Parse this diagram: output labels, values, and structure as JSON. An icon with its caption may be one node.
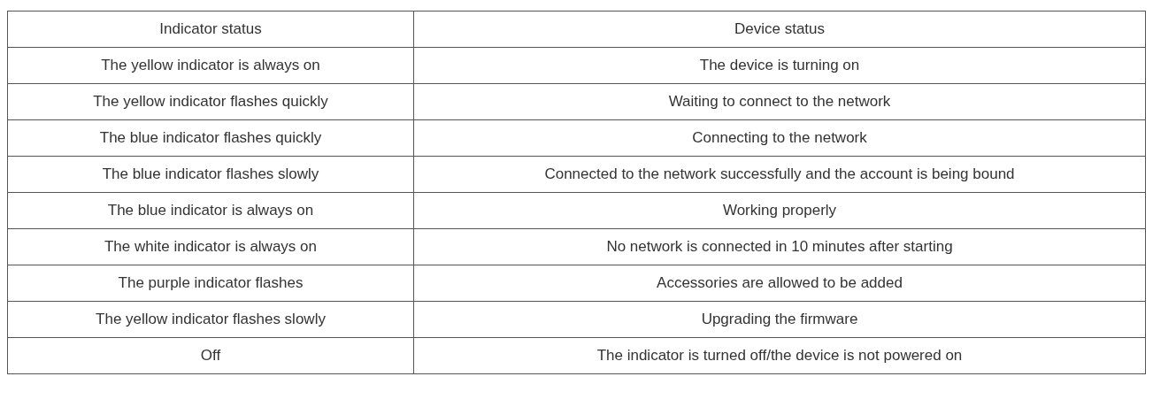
{
  "diagram": {
    "labels": [
      "Indicator status",
      "Device status",
      "The yellow indicator is always on",
      "The device is turning on",
      "The yellow indicator flashes quickly",
      "Waiting to connect to the network",
      "The blue indicator flashes quickly",
      "Connecting to the network",
      "The blue indicator flashes slowly",
      "Connected to the network successfully and the account is being bound",
      "The blue indicator is always on",
      "Working properly",
      "The white indicator is always on",
      "No network is connected in 10 minutes after starting",
      "The purple indicator flashes",
      "Accessories are allowed to be added",
      "The yellow indicator flashes slowly",
      "Upgrading the firmware",
      "Off",
      "The indicator is turned off/the device is not powered on"
    ]
  }
}
